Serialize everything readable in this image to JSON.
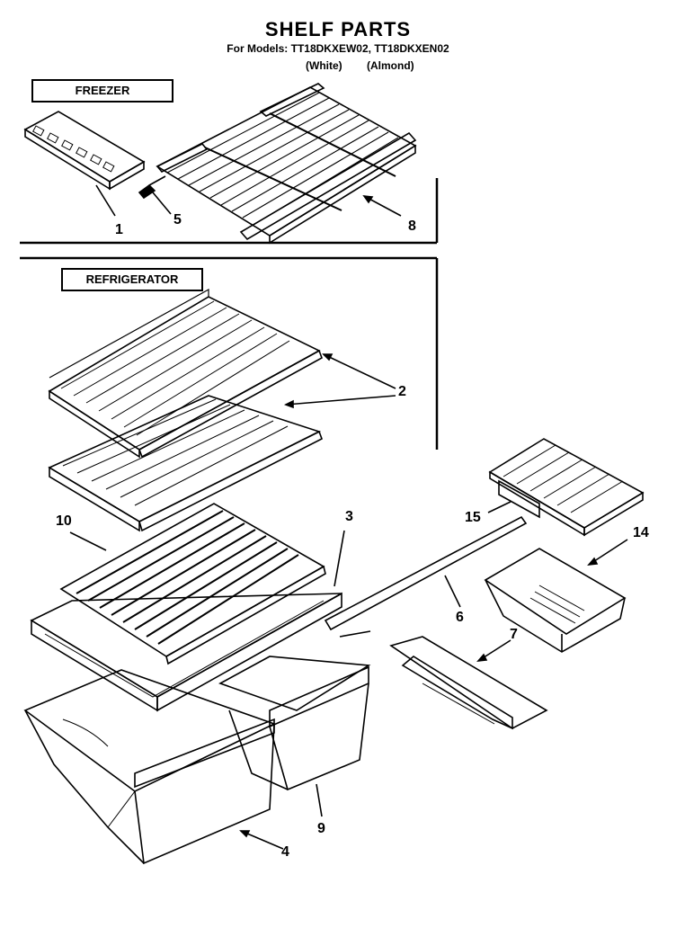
{
  "header": {
    "title": "SHELF PARTS",
    "models_line": "For Models: TT18DKXEW02, TT18DKXEN02",
    "variant_white": "(White)",
    "variant_almond": "(Almond)"
  },
  "sections": {
    "freezer": "FREEZER",
    "refrigerator": "REFRIGERATOR"
  },
  "callouts": {
    "c1": "1",
    "c2": "2",
    "c3": "3",
    "c4": "4",
    "c5": "5",
    "c6": "6",
    "c7": "7",
    "c8": "8",
    "c9": "9",
    "c10": "10",
    "c14": "14",
    "c15": "15"
  }
}
